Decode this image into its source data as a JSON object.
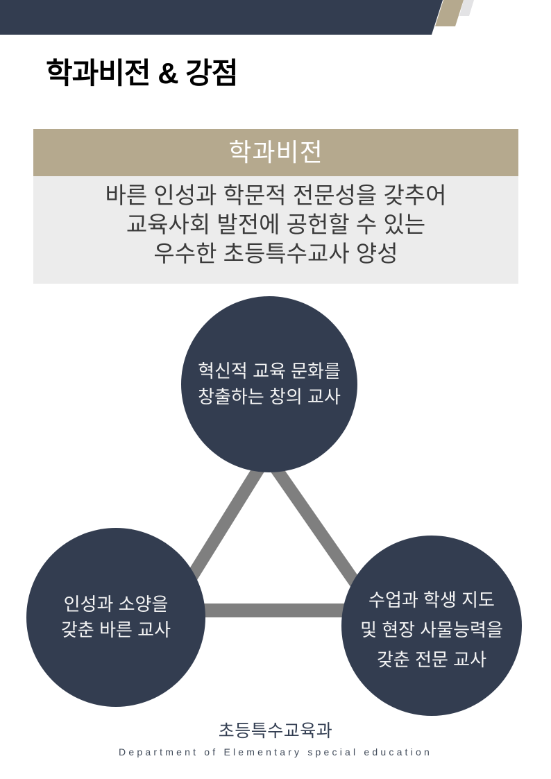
{
  "page": {
    "title": "학과비전 & 강점"
  },
  "vision_box": {
    "header": "학과비전",
    "body_lines": [
      "바른 인성과 학문적 전문성을 갖추어",
      "교육사회 발전에 공헌할 수 있는",
      "우수한 초등특수교사 양성"
    ]
  },
  "diagram": {
    "circles": [
      {
        "id": "creative-teacher",
        "lines": [
          "혁신적 교육 문화를",
          "창출하는 창의 교사"
        ]
      },
      {
        "id": "character-teacher",
        "lines": [
          "인성과 소양을",
          "갖춘 바른 교사"
        ]
      },
      {
        "id": "professional-teacher",
        "lines": [
          "수업과 학생 지도",
          "및 현장 사물능력을",
          "갖춘 전문 교사"
        ]
      }
    ]
  },
  "footer": {
    "department_ko": "초등특수교육과",
    "department_en": "Department of Elementary special education"
  },
  "colors": {
    "navy": "#333d50",
    "tan": "#b5a98e",
    "body_gray": "#ececec",
    "accent_light_gray": "#e3e3e5",
    "connector_gray": "#7f7f7f",
    "footer_navy": "#333e52"
  }
}
